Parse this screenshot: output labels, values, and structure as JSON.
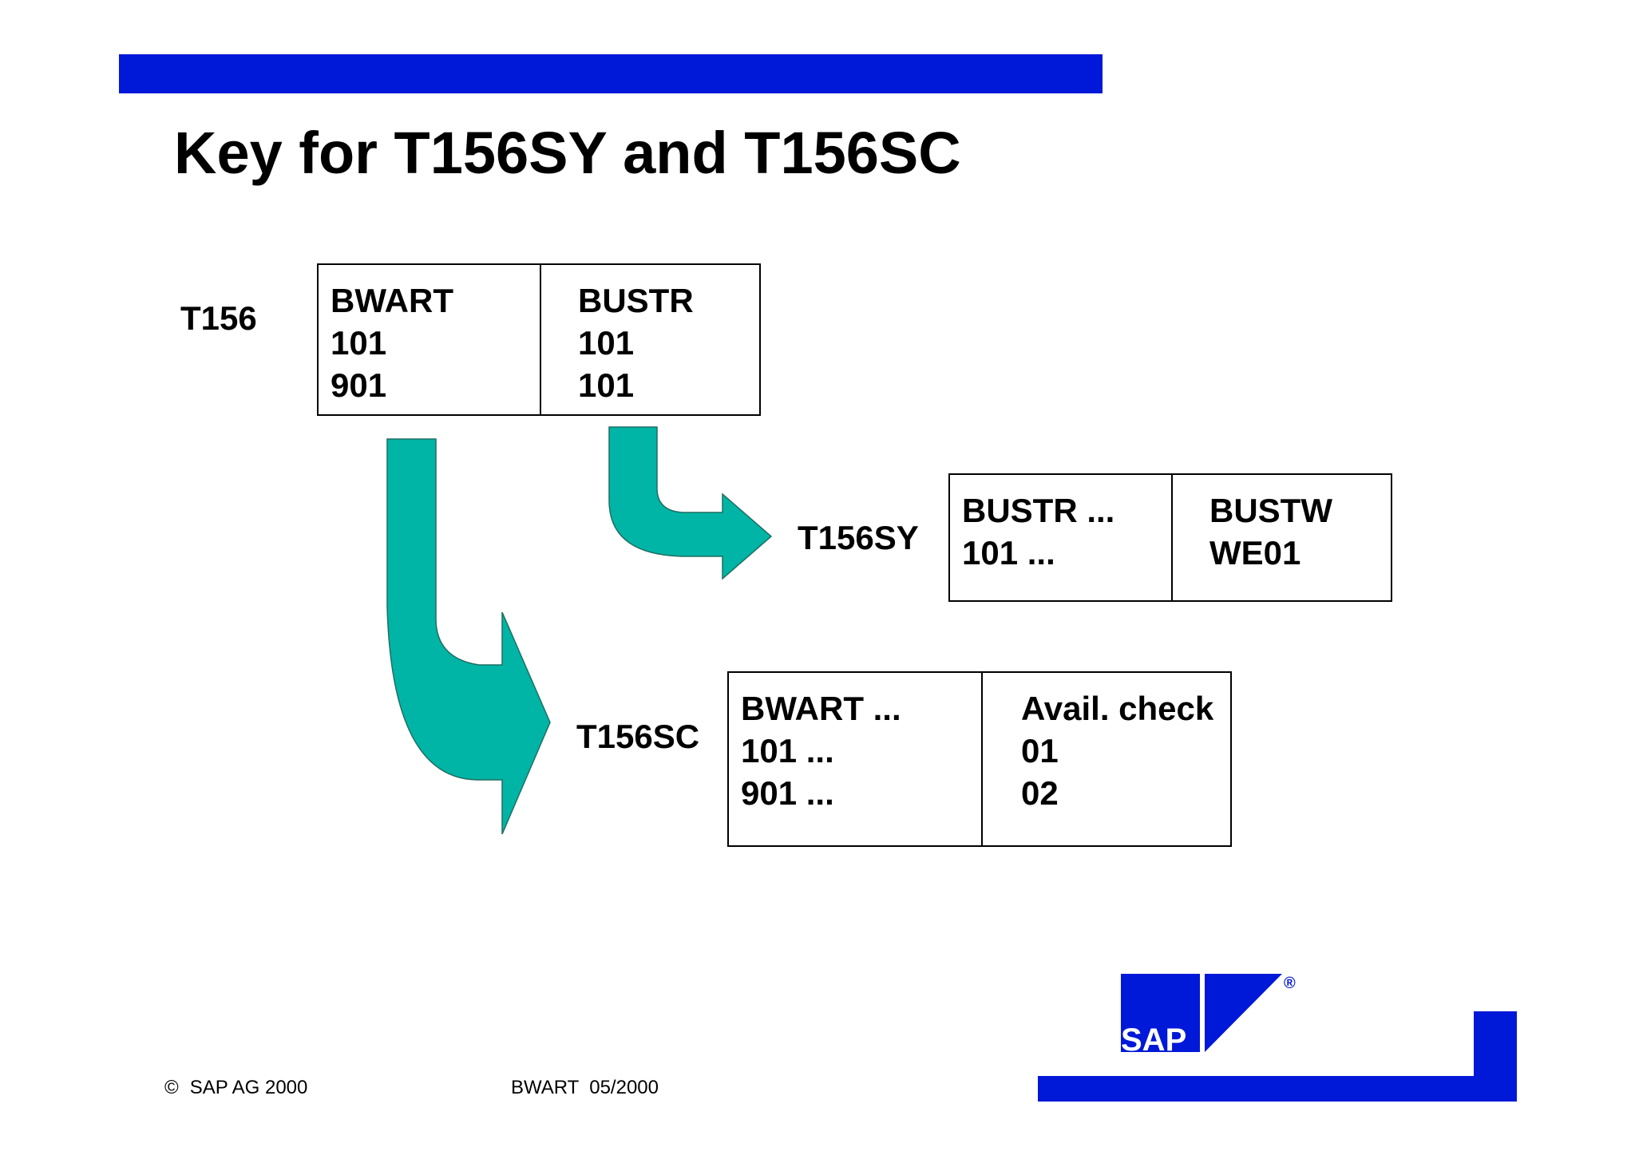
{
  "title": "Key for T156SY and T156SC",
  "tables": {
    "t156": {
      "name": "T156",
      "columns": [
        {
          "header": "BWART",
          "values": [
            "101",
            "901"
          ]
        },
        {
          "header": "BUSTR",
          "values": [
            "101",
            "101"
          ]
        }
      ]
    },
    "t156sy": {
      "name": "T156SY",
      "columns": [
        {
          "header": "BUSTR ...",
          "values": [
            "101 ..."
          ]
        },
        {
          "header": "BUSTW",
          "values": [
            "WE01"
          ]
        }
      ]
    },
    "t156sc": {
      "name": "T156SC",
      "columns": [
        {
          "header": "BWART ...",
          "values": [
            "101 ...",
            "901 ..."
          ]
        },
        {
          "header": "Avail. check",
          "values": [
            "01",
            "02"
          ]
        }
      ]
    }
  },
  "footer": {
    "copyright_symbol": "©",
    "copyright": "SAP AG 2000",
    "doc_ref": "BWART  05/2000"
  },
  "logo": {
    "text": "SAP",
    "registered": "®"
  },
  "colors": {
    "brand_blue": "#0018d8",
    "arrow_teal": "#00b5a5",
    "border": "#000000"
  },
  "icons": {
    "arrow_to_t156sy": "curved-arrow-right",
    "arrow_to_t156sc": "curved-arrow-right"
  }
}
